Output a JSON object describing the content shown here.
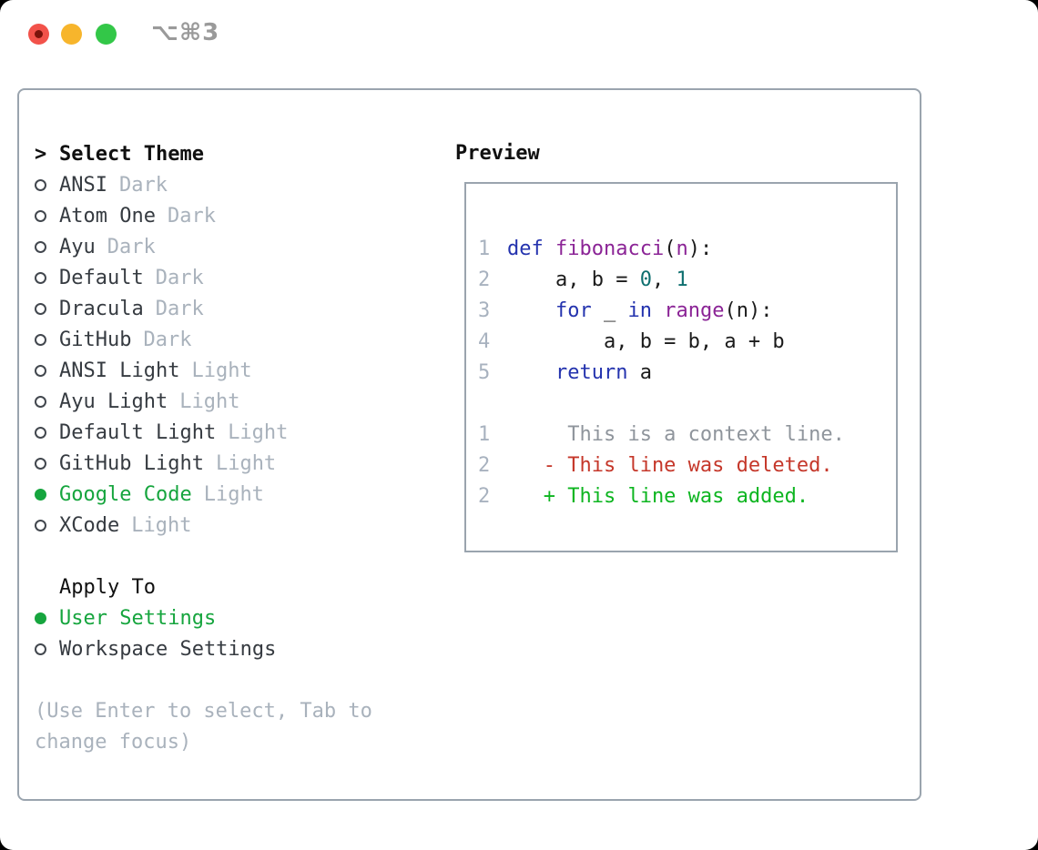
{
  "titlebar": {
    "shortcut": "⌥⌘3"
  },
  "theme_panel": {
    "header": {
      "prefix": ">",
      "label": "Select Theme"
    },
    "themes": [
      {
        "name": "ANSI",
        "variant": "Dark",
        "selected": false
      },
      {
        "name": "Atom One",
        "variant": "Dark",
        "selected": false
      },
      {
        "name": "Ayu",
        "variant": "Dark",
        "selected": false
      },
      {
        "name": "Default",
        "variant": "Dark",
        "selected": false
      },
      {
        "name": "Dracula",
        "variant": "Dark",
        "selected": false
      },
      {
        "name": "GitHub",
        "variant": "Dark",
        "selected": false
      },
      {
        "name": "ANSI Light",
        "variant": "Light",
        "selected": false
      },
      {
        "name": "Ayu Light",
        "variant": "Light",
        "selected": false
      },
      {
        "name": "Default Light",
        "variant": "Light",
        "selected": false
      },
      {
        "name": "GitHub Light",
        "variant": "Light",
        "selected": false
      },
      {
        "name": "Google Code",
        "variant": "Light",
        "selected": true
      },
      {
        "name": "XCode",
        "variant": "Light",
        "selected": false
      }
    ],
    "apply_to": {
      "label": "Apply To",
      "options": [
        {
          "name": "User Settings",
          "selected": true
        },
        {
          "name": "Workspace Settings",
          "selected": false
        }
      ]
    },
    "help_lines": [
      "(Use Enter to select, Tab to",
      "change focus)"
    ]
  },
  "preview": {
    "label": "Preview",
    "code_lines": [
      {
        "num": "1",
        "tokens": [
          {
            "t": "def",
            "c": "kw"
          },
          {
            "t": " ",
            "c": "p"
          },
          {
            "t": "fibonacci",
            "c": "fn"
          },
          {
            "t": "(",
            "c": "p"
          },
          {
            "t": "n",
            "c": "fn"
          },
          {
            "t": "):",
            "c": "p"
          }
        ]
      },
      {
        "num": "2",
        "tokens": [
          {
            "t": "    a, b = ",
            "c": "p"
          },
          {
            "t": "0",
            "c": "num"
          },
          {
            "t": ", ",
            "c": "p"
          },
          {
            "t": "1",
            "c": "num"
          }
        ]
      },
      {
        "num": "3",
        "tokens": [
          {
            "t": "    ",
            "c": "p"
          },
          {
            "t": "for",
            "c": "kw"
          },
          {
            "t": " _ ",
            "c": "p"
          },
          {
            "t": "in",
            "c": "kw"
          },
          {
            "t": " ",
            "c": "p"
          },
          {
            "t": "range",
            "c": "fn"
          },
          {
            "t": "(n):",
            "c": "p"
          }
        ]
      },
      {
        "num": "4",
        "tokens": [
          {
            "t": "        a, b = b, a + b",
            "c": "p"
          }
        ]
      },
      {
        "num": "5",
        "tokens": [
          {
            "t": "    ",
            "c": "p"
          },
          {
            "t": "return",
            "c": "kw"
          },
          {
            "t": " a",
            "c": "p"
          }
        ]
      }
    ],
    "diff_lines": [
      {
        "num": "1",
        "kind": "ctx",
        "text": "     This is a context line."
      },
      {
        "num": "2",
        "kind": "del",
        "text": "   - This line was deleted."
      },
      {
        "num": "2",
        "kind": "add",
        "text": "   + This line was added."
      }
    ]
  },
  "colors": {
    "accent_green": "#16a53e",
    "diff_added": "#0db520",
    "diff_deleted": "#c5372a",
    "diff_context": "#8f959c",
    "syntax_keyword": "#2433ae",
    "syntax_function": "#8b2496",
    "syntax_number": "#0e6f6f",
    "line_number": "#a8b2bf",
    "muted_text": "#a9b2bc",
    "panel_border": "#9aa4ae",
    "traffic_red": "#f2524a",
    "traffic_yellow": "#f7b52c",
    "traffic_green": "#33c748",
    "titlebar_text": "#9a9a9a"
  }
}
